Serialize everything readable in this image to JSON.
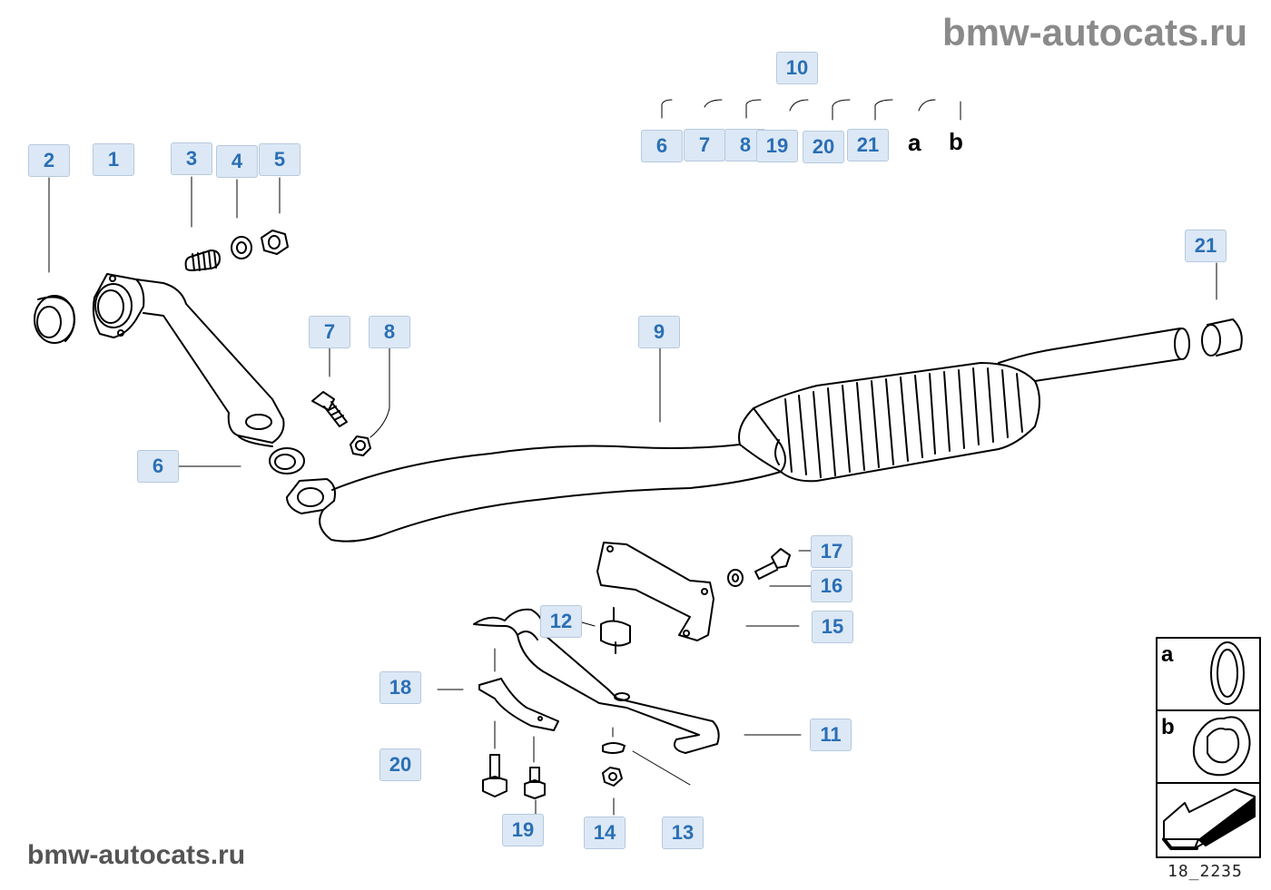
{
  "watermark": {
    "top": "bmw-autocats.ru",
    "bottom": "bmw-autocats.ru"
  },
  "labels": {
    "l2": "2",
    "l1": "1",
    "l3": "3",
    "l4": "4",
    "l5": "5",
    "l10": "10",
    "g6": "6",
    "g7": "7",
    "g8": "8",
    "g19": "19",
    "g20": "20",
    "g21": "21",
    "ga": "a",
    "gb": "b",
    "l21": "21",
    "l7": "7",
    "l8": "8",
    "l9": "9",
    "l6": "6",
    "l17": "17",
    "l16": "16",
    "l15": "15",
    "l12": "12",
    "l18": "18",
    "l11": "11",
    "l20": "20",
    "l19": "19",
    "l14": "14",
    "l13": "13"
  },
  "legend": {
    "a": "a",
    "b": "b"
  },
  "drawing_id": "18_2235",
  "colors": {
    "label_bg": "#dce8f5",
    "label_text": "#2a6fb5",
    "line": "#000000",
    "watermark": "#8a8a8a"
  }
}
